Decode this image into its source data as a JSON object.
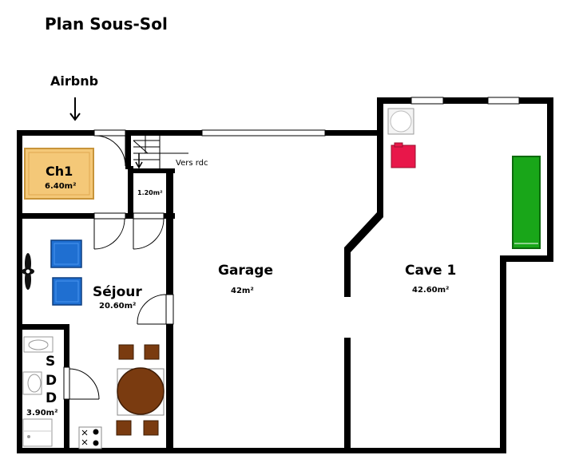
{
  "title": "Plan Sous-Sol",
  "entrance_label": "Airbnb",
  "stairs_label": "Vers rdc",
  "rooms": {
    "ch1": {
      "name": "Ch1",
      "area": "6.40m²"
    },
    "wc": {
      "area": "1.20m²"
    },
    "sejour": {
      "name": "Séjour",
      "area": "20.60m²"
    },
    "garage": {
      "name": "Garage",
      "area": "42m²"
    },
    "cave": {
      "name": "Cave 1",
      "area": "42.60m²"
    },
    "sdd": {
      "letters": [
        "S",
        "D",
        "D"
      ],
      "area": "3.90m²"
    }
  },
  "colors": {
    "wall": "#000000",
    "bed": "#f4c878",
    "armchair": "#1f6fd1",
    "table": "#7a3b10",
    "appliance_red": "#e8174a",
    "shelf_green": "#19a619"
  },
  "icons": {
    "entrance": "arrow-down-icon",
    "fan": "fan-icon",
    "stove": "cooktop-icon"
  }
}
